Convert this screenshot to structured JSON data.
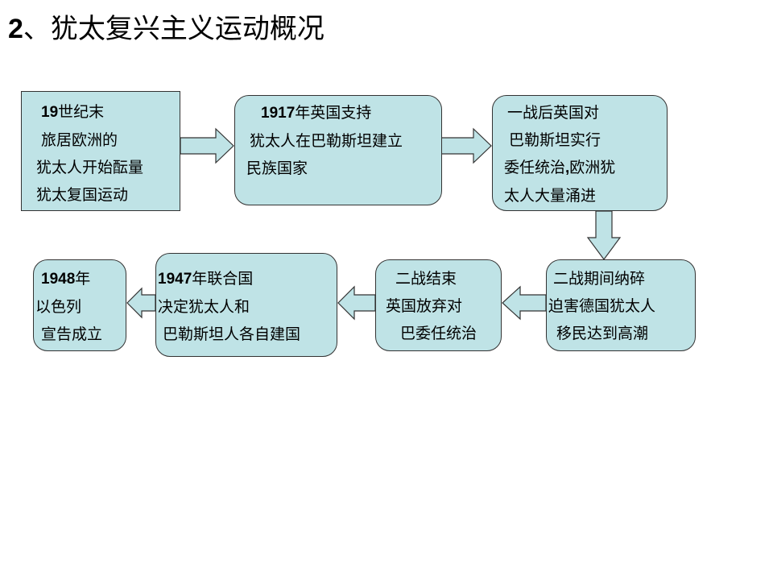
{
  "title": {
    "number": "2",
    "text": "、犹太复兴主义运动概况"
  },
  "boxes": [
    {
      "id": "b1",
      "lines": [
        {
          "bold": "19",
          "text": "世纪末"
        },
        {
          "bold": "",
          "text": "旅居欧洲的"
        },
        {
          "bold": "",
          "text": "犹太人开始酝量"
        },
        {
          "bold": "",
          "text": "犹太复国运动"
        }
      ]
    },
    {
      "id": "b2",
      "lines": [
        {
          "bold": "1917",
          "text": "年英国支持"
        },
        {
          "bold": "",
          "text": "犹太人在巴勒斯坦建立"
        },
        {
          "bold": "",
          "text": "民族国家"
        }
      ]
    },
    {
      "id": "b3",
      "lines": [
        {
          "bold": "",
          "text": "一战后英国对"
        },
        {
          "bold": "",
          "text": "巴勒斯坦实行"
        },
        {
          "bold": "",
          "text": "委任统治"
        },
        {
          "bold": ",",
          "text": "欧洲犹"
        },
        {
          "bold": "",
          "text": "太人大量涌进"
        }
      ]
    },
    {
      "id": "b4",
      "lines": [
        {
          "bold": "",
          "text": "二战期间纳碎"
        },
        {
          "bold": "",
          "text": "迫害德国犹太人"
        },
        {
          "bold": "",
          "text": "移民达到高潮"
        }
      ]
    },
    {
      "id": "b5",
      "lines": [
        {
          "bold": "",
          "text": "二战结束"
        },
        {
          "bold": "",
          "text": "英国放弃对"
        },
        {
          "bold": "",
          "text": "巴委任统治"
        }
      ]
    },
    {
      "id": "b6",
      "lines": [
        {
          "bold": "1947",
          "text": "年联合国"
        },
        {
          "bold": "",
          "text": "决定犹太人和"
        },
        {
          "bold": "",
          "text": "巴勒斯坦人各自建国"
        }
      ]
    },
    {
      "id": "b7",
      "lines": [
        {
          "bold": "1948",
          "text": "年"
        },
        {
          "bold": "",
          "text": "以色列"
        },
        {
          "bold": "",
          "text": "宣告成立"
        }
      ]
    }
  ],
  "colors": {
    "box_fill": "#bfe3e6",
    "border": "#333333",
    "arrow_fill": "#bfe3e6"
  }
}
